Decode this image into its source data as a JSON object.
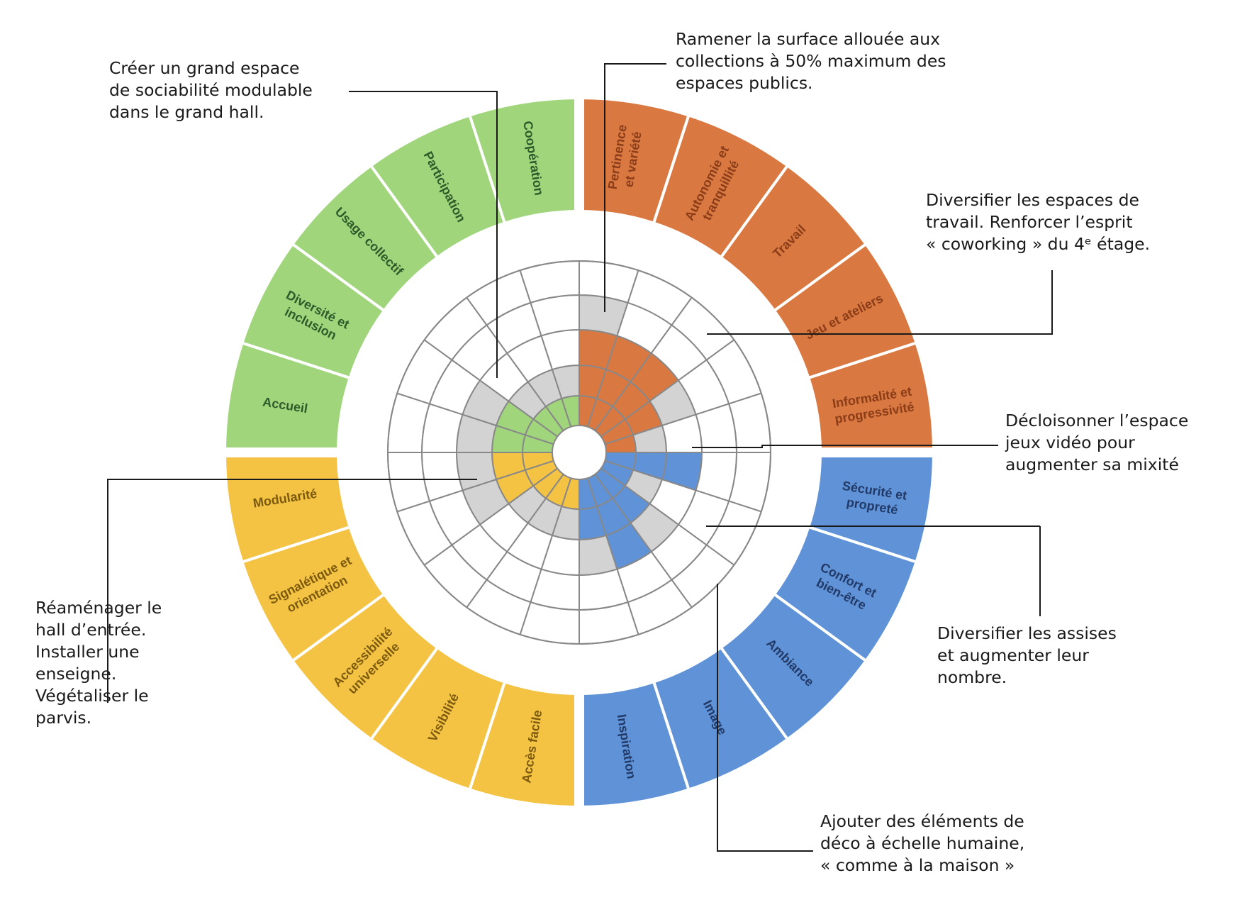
{
  "chart_data": {
    "type": "radial-wheel",
    "levels": 4,
    "colors": {
      "green": "#a0d57c",
      "orange": "#da7841",
      "blue": "#5f92d6",
      "yellow": "#f4c343",
      "gray": "#d3d3d3",
      "label_green": "#2f5a2a",
      "label_orange": "#8a3d18",
      "label_blue": "#223a68",
      "label_yellow": "#7c5a10",
      "line": "#888888"
    },
    "quadrants": [
      {
        "name": "green",
        "segments": [
          {
            "label": "Accueil",
            "score": 2,
            "partial": 1
          },
          {
            "label": "Diversité et\ninclusion",
            "score": 2,
            "partial": 1
          },
          {
            "label": "Usage collectif",
            "score": 1,
            "partial": 1
          },
          {
            "label": "Participation",
            "score": 1,
            "partial": 1
          },
          {
            "label": "Coopération",
            "score": 1,
            "partial": 1
          }
        ]
      },
      {
        "name": "orange",
        "segments": [
          {
            "label": "Pertinence\net variété",
            "score": 3,
            "partial": 1
          },
          {
            "label": "Autonomie et\ntranquillité",
            "score": 3,
            "partial": 0
          },
          {
            "label": "Travail",
            "score": 3,
            "partial": 0
          },
          {
            "label": "Jeu et ateliers",
            "score": 2,
            "partial": 1
          },
          {
            "label": "Informalité et\nprogressivité",
            "score": 1,
            "partial": 1
          }
        ]
      },
      {
        "name": "blue",
        "segments": [
          {
            "label": "Sécurité et\npropreté",
            "score": 3,
            "partial": 0
          },
          {
            "label": "Confort et\nbien-être",
            "score": 1,
            "partial": 1
          },
          {
            "label": "Ambiance",
            "score": 2,
            "partial": 1
          },
          {
            "label": "Image",
            "score": 3,
            "partial": 0
          },
          {
            "label": "Inspiration",
            "score": 2,
            "partial": 1
          }
        ]
      },
      {
        "name": "yellow",
        "segments": [
          {
            "label": "Accès facile",
            "score": 1,
            "partial": 1
          },
          {
            "label": "Visibilité",
            "score": 1,
            "partial": 1
          },
          {
            "label": "Accessibilité\nuniverselle",
            "score": 1,
            "partial": 1
          },
          {
            "label": "Signalétique et\norientation",
            "score": 2,
            "partial": 1
          },
          {
            "label": "Modularité",
            "score": 2,
            "partial": 1
          }
        ]
      }
    ]
  },
  "annotations": [
    {
      "id": "a1",
      "text": "Créer un grand espace\nde sociabilité modulable\ndans le grand hall."
    },
    {
      "id": "a2",
      "text": "Ramener la surface allouée aux\ncollections à 50% maximum des\nespaces publics."
    },
    {
      "id": "a3",
      "text": "Diversifier les espaces de\ntravail. Renforcer l’esprit\n« coworking » du 4ᵉ étage."
    },
    {
      "id": "a4",
      "text": "Décloisonner l’espace\njeux vidéo pour\naugmenter sa mixité"
    },
    {
      "id": "a5",
      "text": "Diversifier les assises\net augmenter leur\nnombre."
    },
    {
      "id": "a6",
      "text": "Ajouter des éléments de\ndéco à échelle humaine,\n« comme à la maison »"
    },
    {
      "id": "a7",
      "text": "Réaménager le\nhall d’entrée.\nInstaller une\nenseigne.\nVégétaliser le\nparvis."
    }
  ]
}
